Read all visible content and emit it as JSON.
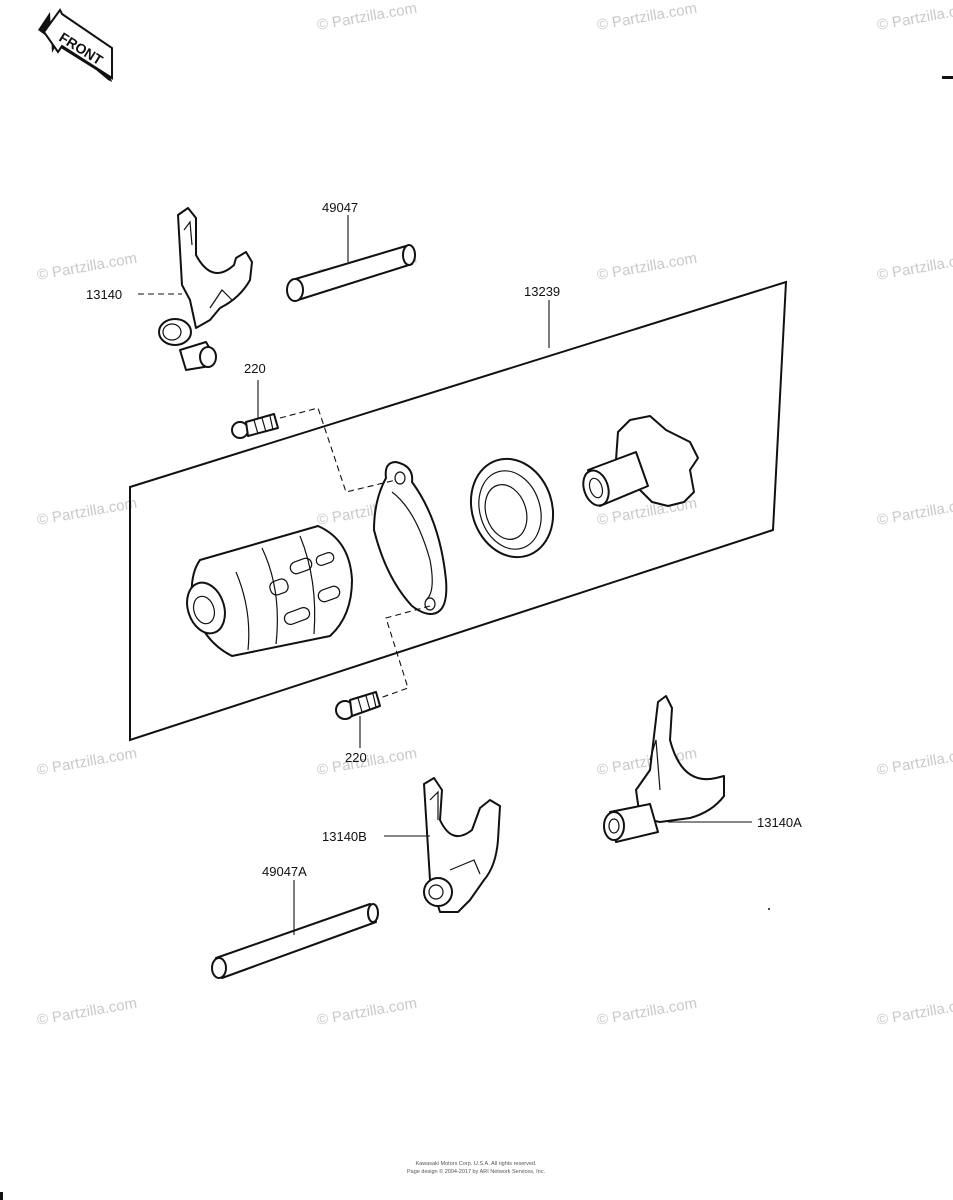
{
  "front_label": "FRONT",
  "parts": {
    "fork_13140": "13140",
    "shaft_49047": "49047",
    "assembly_13239": "13239",
    "bolt_220_top": "220",
    "bolt_220_bottom": "220",
    "fork_13140B": "13140B",
    "fork_13140A": "13140A",
    "shaft_49047A": "49047A"
  },
  "watermark": "© Partzilla.com",
  "footer": {
    "line1": "Kawasaki Motors Corp. U.S.A. All rights reserved.",
    "line2": "Page design © 2004-2017 by ARI Network Services, Inc."
  }
}
